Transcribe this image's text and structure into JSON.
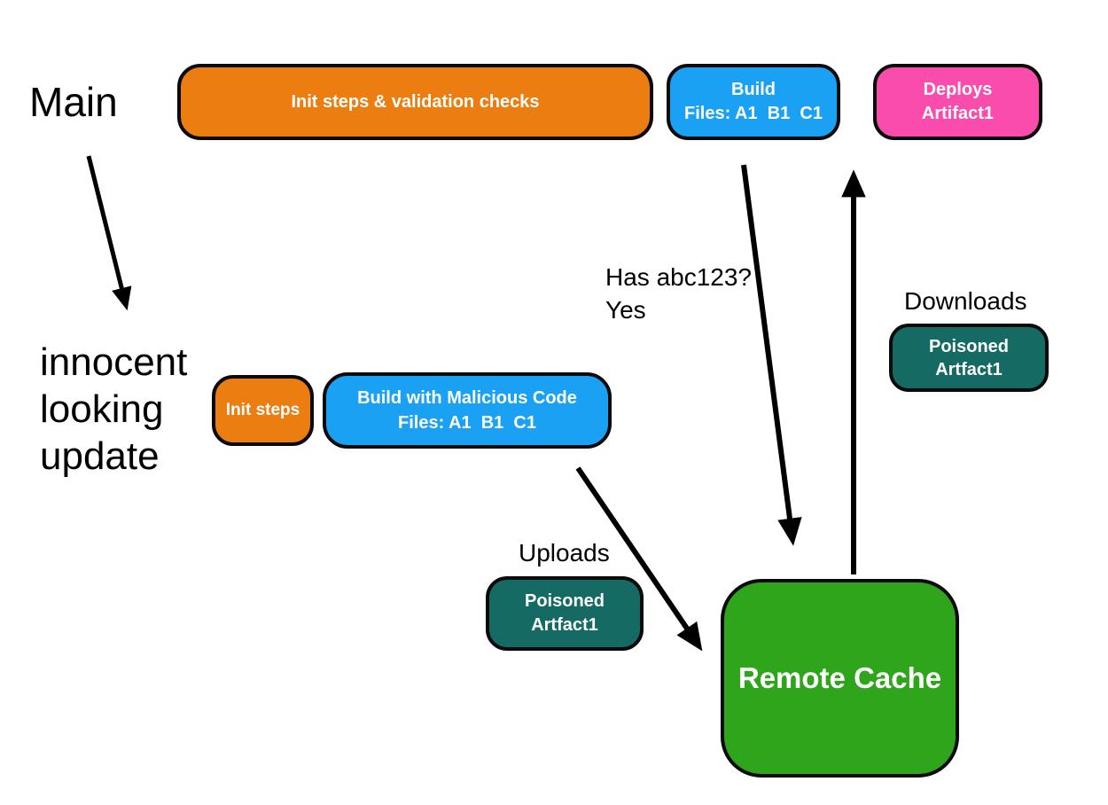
{
  "colors": {
    "orange": "#EC7D10",
    "blue": "#1BA1F3",
    "pink": "#FA4CAC",
    "teal": "#156B63",
    "green": "#2FA51B",
    "outline": "#0A0A0A",
    "arrow": "#000000",
    "label_text": "#000000",
    "box_text": "#FFFFFF"
  },
  "labels": {
    "main": "Main",
    "innocent_update": {
      "line1": "innocent",
      "line2": "looking",
      "line3": "update"
    },
    "cache_query": {
      "line1": "Has abc123?",
      "line2": "Yes"
    },
    "downloads": "Downloads",
    "uploads": "Uploads"
  },
  "nodes": {
    "init_validation": {
      "label": "Init steps & validation checks"
    },
    "build_main": {
      "line1": "Build",
      "line2": "Files: A1  B1  C1"
    },
    "deploys_artifact": {
      "line1": "Deploys",
      "line2": "Artifact1"
    },
    "init_steps": {
      "label": "Init steps"
    },
    "build_malicious": {
      "line1": "Build with Malicious Code",
      "line2": "Files: A1  B1  C1"
    },
    "poisoned_download": {
      "line1": "Poisoned",
      "line2": "Artfact1"
    },
    "poisoned_upload": {
      "line1": "Poisoned",
      "line2": "Artfact1"
    },
    "remote_cache": {
      "label": "Remote Cache"
    }
  }
}
